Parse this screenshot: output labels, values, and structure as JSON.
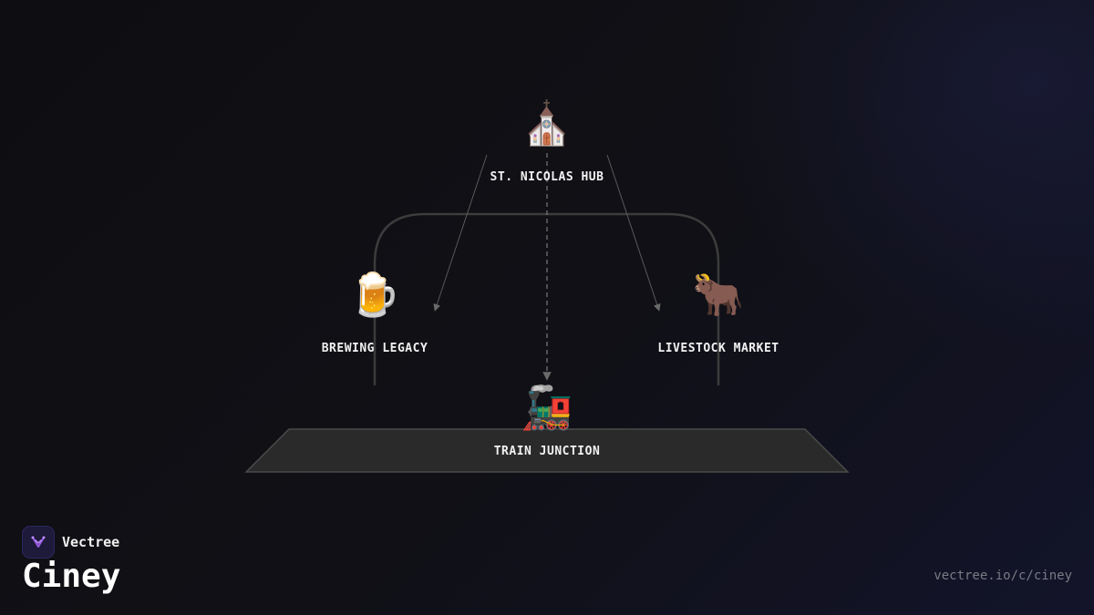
{
  "diagram": {
    "nodes": [
      {
        "id": "hub",
        "icon": "⛪",
        "icon_name": "church-icon",
        "label": "ST. NICOLAS HUB"
      },
      {
        "id": "brewing",
        "icon": "🍺",
        "icon_name": "beer-mug-icon",
        "label": "BREWING LEGACY"
      },
      {
        "id": "livestock",
        "icon": "🐂",
        "icon_name": "ox-icon",
        "label": "LIVESTOCK MARKET"
      },
      {
        "id": "junction",
        "icon": "🚂",
        "icon_name": "locomotive-icon",
        "label": "TRAIN JUNCTION"
      }
    ],
    "edges": [
      {
        "from": "hub",
        "to": "brewing",
        "style": "solid"
      },
      {
        "from": "hub",
        "to": "livestock",
        "style": "solid"
      },
      {
        "from": "hub",
        "to": "junction",
        "style": "dashed"
      }
    ]
  },
  "brand": {
    "name": "Vectree",
    "logo_icon": "vectree-logo-icon",
    "accent_color": "#9b5de5"
  },
  "page": {
    "title": "Ciney",
    "url": "vectree.io/c/ciney"
  },
  "colors": {
    "background": "#0f0f14",
    "platform": "#2a2a2a",
    "line": "#4a4a4a"
  }
}
